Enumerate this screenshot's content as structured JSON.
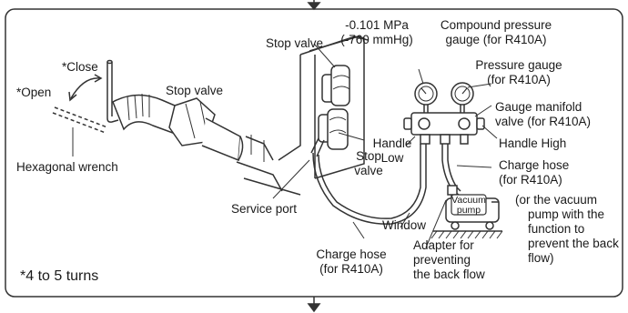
{
  "labels": {
    "close": "*Close",
    "open": "*Open",
    "stop_valve_left": "Stop valve",
    "hex_wrench": "Hexagonal wrench",
    "stop_valve_top": "Stop valve",
    "pressure_value_1": "-0.101 MPa",
    "pressure_value_2": "(-760 mmHg)",
    "compound_gauge_1": "Compound pressure",
    "compound_gauge_2": "gauge (for R410A)",
    "pressure_gauge_1": "Pressure gauge",
    "pressure_gauge_2": "(for R410A)",
    "manifold_1": "Gauge manifold",
    "manifold_2": "valve (for R410A)",
    "handle_low_1": "Handle",
    "handle_low_2": "Low",
    "handle_high": "Handle High",
    "stop_valve_mid_1": "Stop",
    "stop_valve_mid_2": "valve",
    "charge_hose_r_1": "Charge hose",
    "charge_hose_r_2": "(for R410A)",
    "vacuum_1": "Vacuum",
    "vacuum_2": "pump",
    "vp_note_1": "(or the vacuum",
    "vp_note_2": "pump with the",
    "vp_note_3": "function to",
    "vp_note_4": "prevent the back",
    "vp_note_5": "flow)",
    "service_port": "Service port",
    "window": "Window",
    "adapter_1": "Adapter for",
    "adapter_2": "preventing",
    "adapter_3": "the back flow",
    "charge_hose_b_1": "Charge hose",
    "charge_hose_b_2": "(for R410A)",
    "turns": "*4 to 5 turns"
  }
}
